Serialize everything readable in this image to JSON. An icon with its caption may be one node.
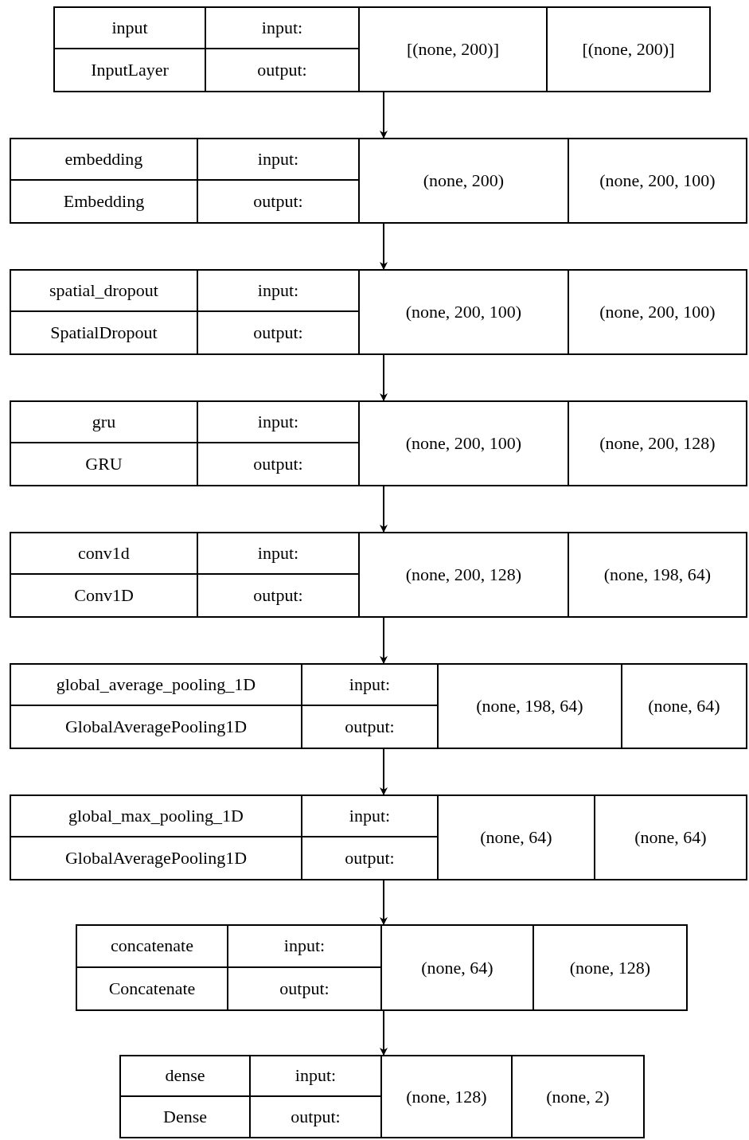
{
  "diagram": {
    "nodes": [
      {
        "text": [
          "input",
          "InputLayer",
          "input:",
          "output:",
          "[(none, 200)]",
          "[(none, 200)]"
        ]
      },
      {
        "text": [
          "embedding",
          "Embedding",
          "input:",
          "output:",
          "(none, 200)",
          "(none, 200, 100)"
        ]
      },
      {
        "text": [
          "spatial_dropout",
          "SpatialDropout",
          "input:",
          "output:",
          "(none, 200, 100)",
          "(none, 200, 100)"
        ]
      },
      {
        "text": [
          "gru",
          "GRU",
          "input:",
          "output:",
          "(none, 200, 100)",
          "(none, 200, 128)"
        ]
      },
      {
        "text": [
          "conv1d",
          "Conv1D",
          "input:",
          "output:",
          "(none, 200, 128)",
          "(none, 198, 64)"
        ]
      },
      {
        "text": [
          "global_average_pooling_1D",
          "GlobalAveragePooling1D",
          "input:",
          "output:",
          "(none, 198, 64)",
          "(none, 64)"
        ]
      },
      {
        "text": [
          "global_max_pooling_1D",
          "GlobalAveragePooling1D",
          "input:",
          "output:",
          "(none, 64)",
          "(none, 64)"
        ]
      },
      {
        "text": [
          "concatenate",
          "Concatenate",
          "input:",
          "output:",
          "(none, 64)",
          "(none, 128)"
        ]
      },
      {
        "text": [
          "dense",
          "Dense",
          "input:",
          "output:",
          "(none, 128)",
          "(none, 2)"
        ]
      }
    ],
    "edges": [
      {
        "from": 0,
        "to": 1,
        "arrow": "to"
      },
      {
        "from": 1,
        "to": 2,
        "arrow": "to"
      },
      {
        "from": 2,
        "to": 3,
        "arrow": "to"
      },
      {
        "from": 3,
        "to": 4,
        "arrow": "to"
      },
      {
        "from": 4,
        "to": 5,
        "arrow": "to"
      },
      {
        "from": 5,
        "to": 6,
        "arrow": "to"
      },
      {
        "from": 6,
        "to": 7,
        "arrow": "to"
      },
      {
        "from": 7,
        "to": 8,
        "arrow": "to"
      }
    ]
  }
}
